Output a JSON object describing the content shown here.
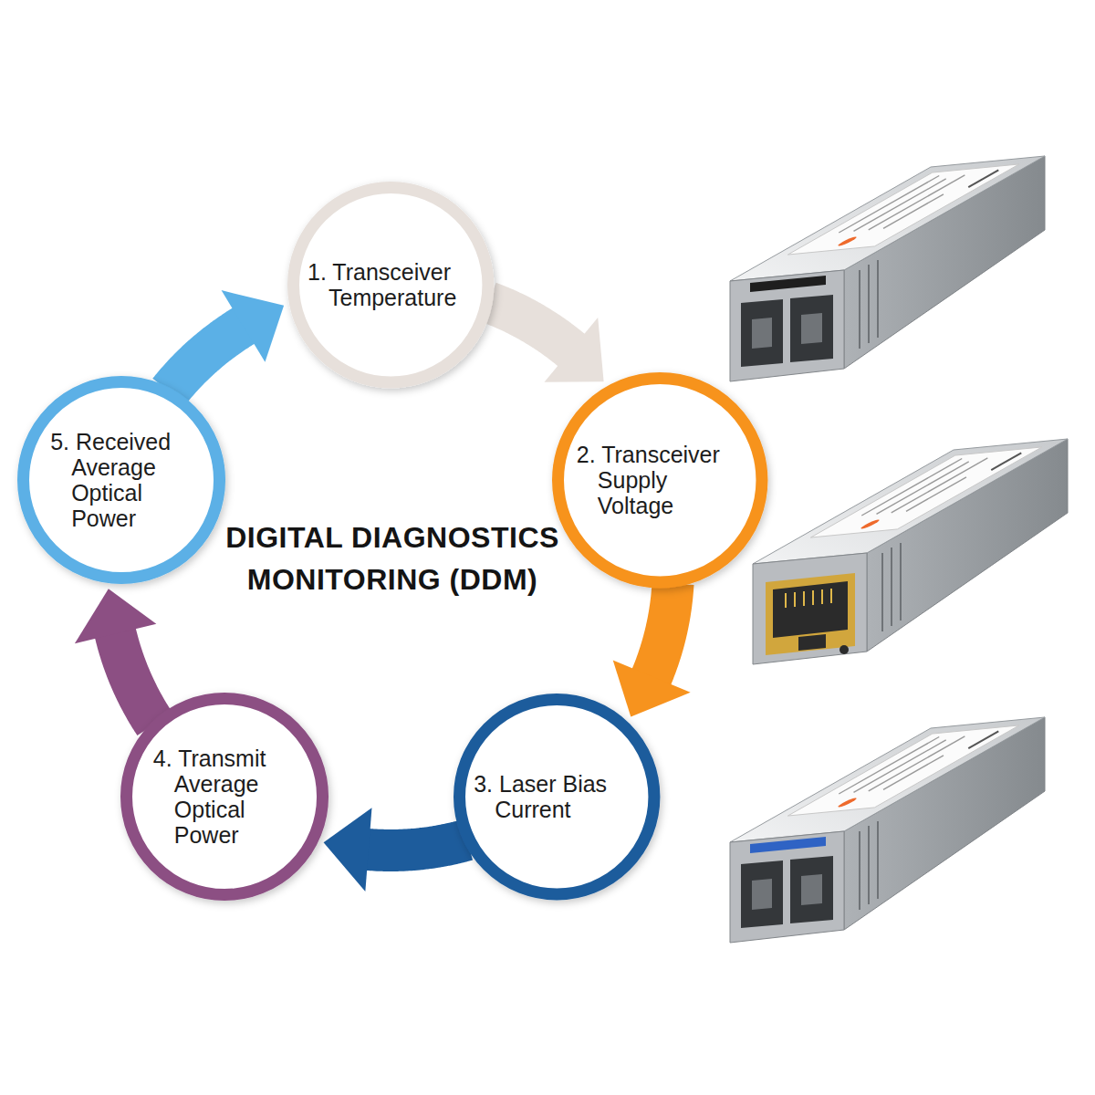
{
  "diagram": {
    "title": "DIGITAL DIAGNOSTICS MONITORING (DDM)",
    "nodes": [
      {
        "text": [
          "1. Transceiver Temperature"
        ]
      },
      {
        "text": [
          "2. Transceiver Supply Voltage"
        ]
      },
      {
        "text": [
          "3. Laser Bias Current"
        ]
      },
      {
        "text": [
          "4. Transmit Average Optical Power"
        ]
      },
      {
        "text": [
          "5. Received Average Optical Power"
        ]
      }
    ],
    "edges": [
      {
        "from": 0,
        "to": 1,
        "arrow": "to"
      },
      {
        "from": 1,
        "to": 2,
        "arrow": "to"
      },
      {
        "from": 2,
        "to": 3,
        "arrow": "to"
      },
      {
        "from": 3,
        "to": 4,
        "arrow": "to"
      },
      {
        "from": 4,
        "to": 0,
        "arrow": "to"
      }
    ]
  }
}
